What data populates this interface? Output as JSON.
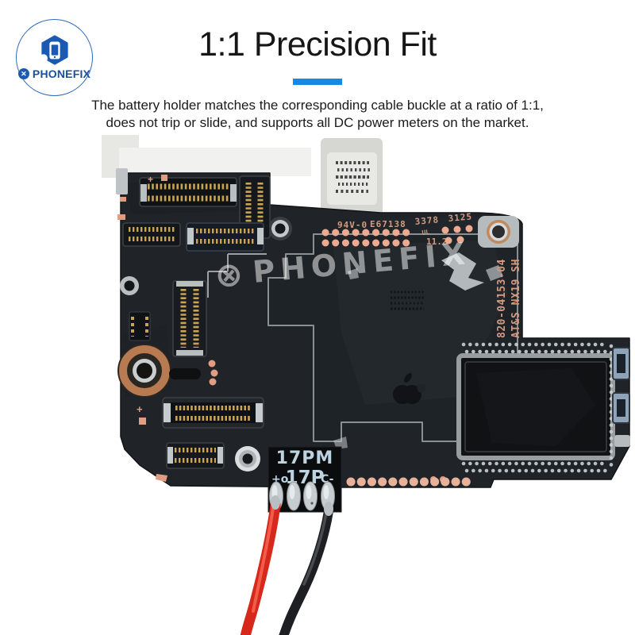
{
  "brand": {
    "name": "PHONEFIX",
    "badge_glyph": "✕"
  },
  "header": {
    "title": "1:1 Precision Fit",
    "accent_color": "#1789E2",
    "description_line1": "The battery holder matches the corresponding cable buckle at a ratio of 1:1,",
    "description_line2": "does not trip or slide, and supports all DC power meters on the market."
  },
  "board": {
    "watermark_badge": "⊗",
    "watermark_text": "PHONEFIX",
    "silkscreen": {
      "flammability_rating": "94V-0",
      "ul_file_number": "E67138",
      "date_code_1": "3378",
      "date_code_2": "3125",
      "ul_mark": "UL",
      "revision": "11.2",
      "part_number": "820-04153-04",
      "fab_mark": "AT&S NX19 SH"
    },
    "power_tag": {
      "line1": "17PM",
      "line2": "17P",
      "positive_mark": "+o",
      "negative_mark": "C-"
    },
    "wire_colors": {
      "positive": "#D6281B",
      "negative": "#1D1F22"
    }
  }
}
